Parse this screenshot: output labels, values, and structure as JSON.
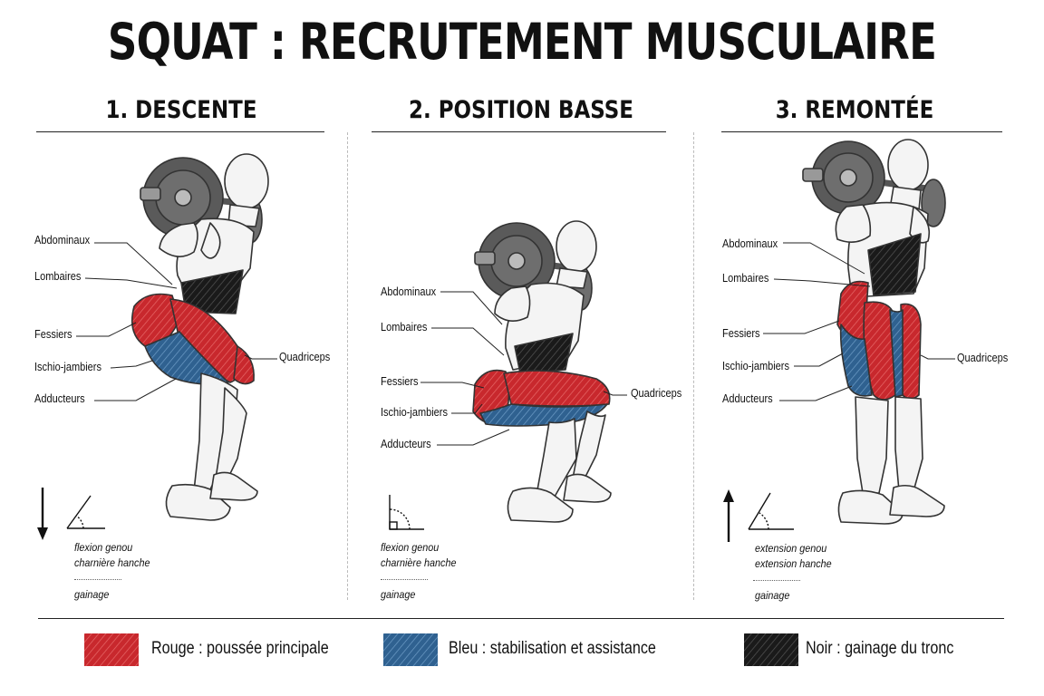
{
  "title": "SQUAT : RECRUTEMENT MUSCULAIRE",
  "colors": {
    "red": "#c8282d",
    "blue": "#2f6190",
    "black": "#1a1a1a"
  },
  "panels": [
    {
      "heading": "1. DESCENTE",
      "labels": {
        "abdominaux": "Abdominaux",
        "lombaires": "Lombaires",
        "fessiers": "Fessiers",
        "ischio": "Ischio-jambiers",
        "adducteurs": "Adducteurs",
        "quadriceps": "Quadriceps"
      },
      "arrow": "down-arrow",
      "angle_icon": "acute-angle-icon",
      "notes": [
        "flexion genou",
        "charnière hanche"
      ],
      "gainage": "gainage"
    },
    {
      "heading": "2. POSITION BASSE",
      "labels": {
        "abdominaux": "Abdominaux",
        "lombaires": "Lombaires",
        "fessiers": "Fessiers",
        "ischio": "Ischio-jambiers",
        "adducteurs": "Adducteurs",
        "quadriceps": "Quadriceps"
      },
      "angle_icon": "right-angle-icon",
      "notes": [
        "flexion genou",
        "charnière hanche"
      ],
      "gainage": "gainage"
    },
    {
      "heading": "3. REMONTÉE",
      "labels": {
        "abdominaux": "Abdominaux",
        "lombaires": "Lombaires",
        "fessiers": "Fessiers",
        "ischio": "Ischio-jambiers",
        "adducteurs": "Adducteurs",
        "quadriceps": "Quadriceps"
      },
      "arrow": "up-arrow",
      "angle_icon": "acute-angle-icon",
      "notes": [
        "extension genou",
        "extension hanche"
      ],
      "gainage": "gainage"
    }
  ],
  "legend": [
    {
      "label": "Rouge : poussée principale",
      "color": "#c8282d"
    },
    {
      "label": "Bleu : stabilisation et assistance",
      "color": "#2f6190"
    },
    {
      "label": "Noir : gainage du tronc",
      "color": "#1a1a1a"
    }
  ]
}
